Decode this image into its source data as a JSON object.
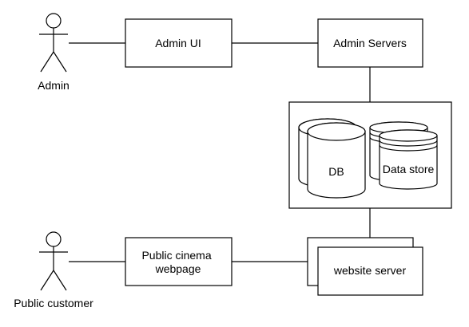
{
  "actors": {
    "admin": {
      "label": "Admin"
    },
    "public_customer": {
      "label": "Public customer"
    }
  },
  "boxes": {
    "admin_ui": {
      "label": "Admin UI"
    },
    "admin_servers": {
      "label": "Admin Servers"
    },
    "public_webpage": {
      "line1": "Public cinema",
      "line2": "webpage"
    },
    "website_server": {
      "label": "website server"
    }
  },
  "storage": {
    "db": {
      "label": "DB"
    },
    "data_store": {
      "label": "Data store"
    }
  }
}
